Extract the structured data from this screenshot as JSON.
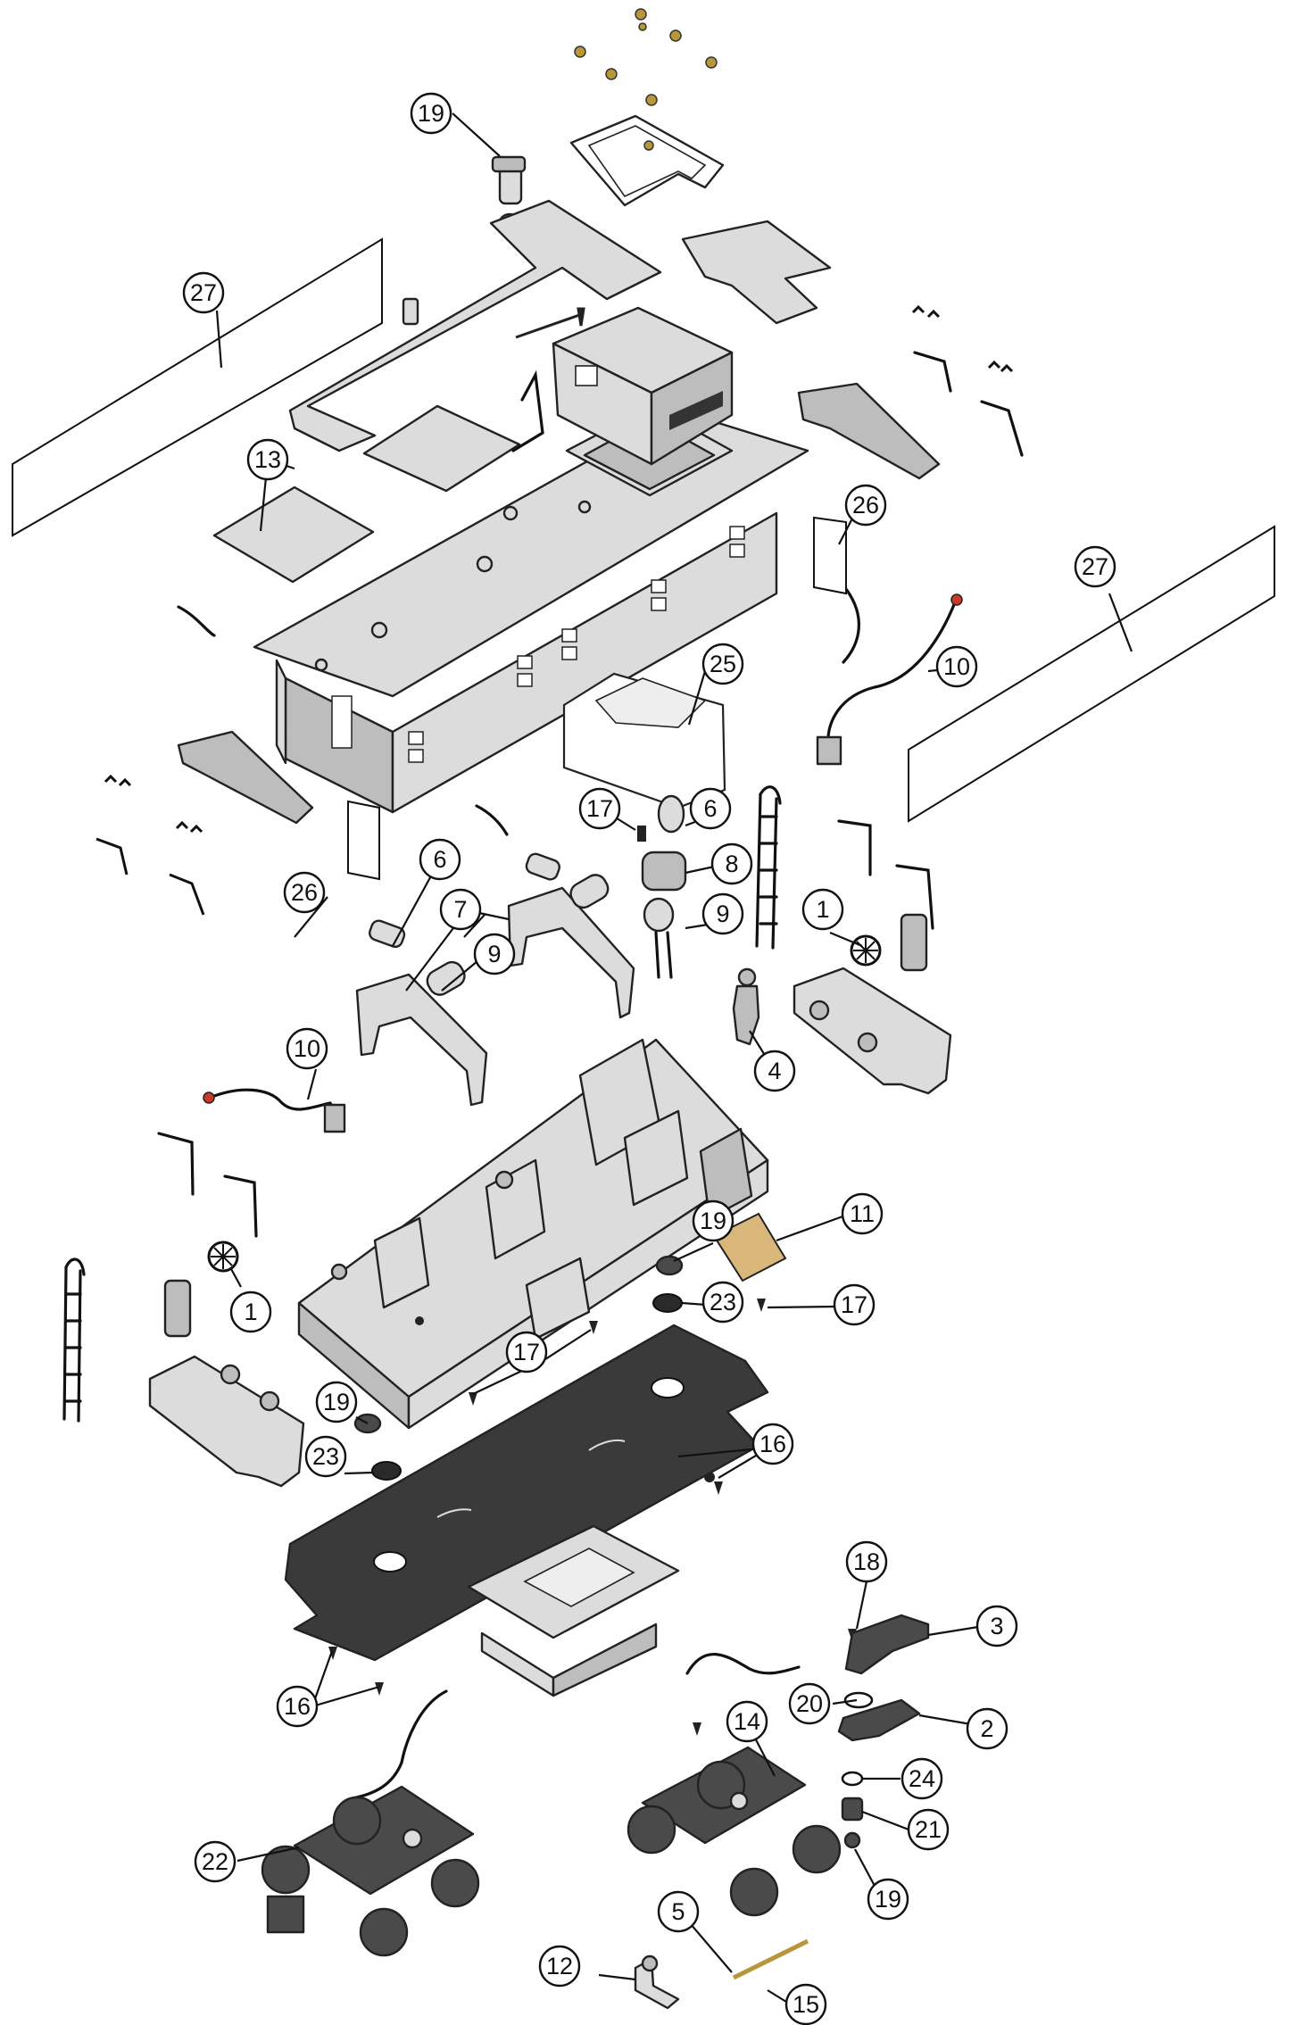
{
  "callouts": [
    {
      "id": "c-19-top",
      "label": "19"
    },
    {
      "id": "c-27-left",
      "label": "27"
    },
    {
      "id": "c-13",
      "label": "13"
    },
    {
      "id": "c-26-right",
      "label": "26"
    },
    {
      "id": "c-27-right",
      "label": "27"
    },
    {
      "id": "c-10-right",
      "label": "10"
    },
    {
      "id": "c-25",
      "label": "25"
    },
    {
      "id": "c-17-top",
      "label": "17"
    },
    {
      "id": "c-6-right",
      "label": "6"
    },
    {
      "id": "c-8",
      "label": "8"
    },
    {
      "id": "c-9-right",
      "label": "9"
    },
    {
      "id": "c-26-left",
      "label": "26"
    },
    {
      "id": "c-6-left",
      "label": "6"
    },
    {
      "id": "c-7",
      "label": "7"
    },
    {
      "id": "c-9-left",
      "label": "9"
    },
    {
      "id": "c-1-right",
      "label": "1"
    },
    {
      "id": "c-4",
      "label": "4"
    },
    {
      "id": "c-10-left",
      "label": "10"
    },
    {
      "id": "c-19-mid",
      "label": "19"
    },
    {
      "id": "c-11",
      "label": "11"
    },
    {
      "id": "c-23-right",
      "label": "23"
    },
    {
      "id": "c-17-right",
      "label": "17"
    },
    {
      "id": "c-17-mid",
      "label": "17"
    },
    {
      "id": "c-1-left",
      "label": "1"
    },
    {
      "id": "c-19-left",
      "label": "19"
    },
    {
      "id": "c-23-left",
      "label": "23"
    },
    {
      "id": "c-16-right",
      "label": "16"
    },
    {
      "id": "c-18",
      "label": "18"
    },
    {
      "id": "c-3",
      "label": "3"
    },
    {
      "id": "c-16-left",
      "label": "16"
    },
    {
      "id": "c-20",
      "label": "20"
    },
    {
      "id": "c-2",
      "label": "2"
    },
    {
      "id": "c-14",
      "label": "14"
    },
    {
      "id": "c-24",
      "label": "24"
    },
    {
      "id": "c-21",
      "label": "21"
    },
    {
      "id": "c-22",
      "label": "22"
    },
    {
      "id": "c-19-bottom",
      "label": "19"
    },
    {
      "id": "c-5",
      "label": "5"
    },
    {
      "id": "c-12",
      "label": "12"
    },
    {
      "id": "c-15",
      "label": "15"
    }
  ]
}
